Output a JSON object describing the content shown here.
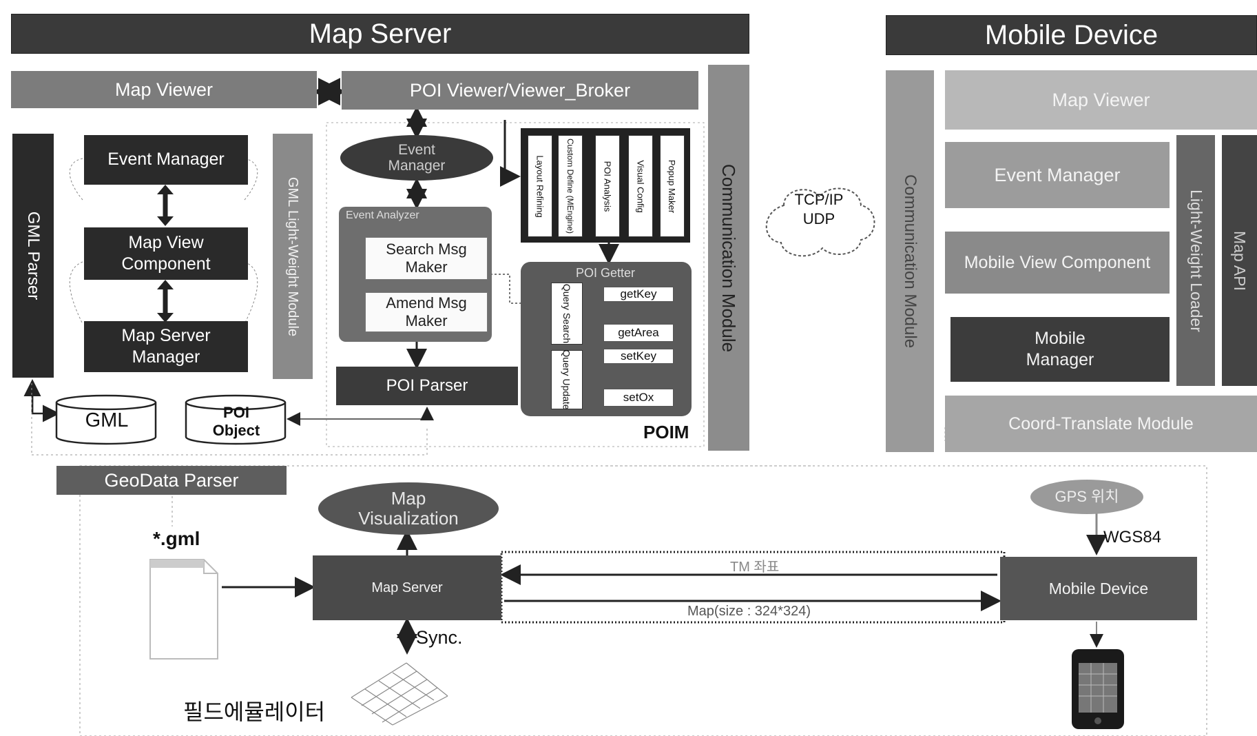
{
  "map_server_title": "Map Server",
  "mobile_device_title": "Mobile Device",
  "map_server": {
    "map_viewer": "Map Viewer",
    "poi_viewer_broker": "POI Viewer/Viewer_Broker",
    "gml_parser": "GML Parser",
    "event_manager": "Event Manager",
    "map_view_component_1": "Map View",
    "map_view_component_2": "Component",
    "map_server_manager_1": "Map Server",
    "map_server_manager_2": "Manager",
    "gml_lightweight_module": "GML Light-Weight Module",
    "event_manager_ellipse_1": "Event",
    "event_manager_ellipse_2": "Manager",
    "event_analyzer": "Event Analyzer",
    "search_msg_maker_1": "Search Msg",
    "search_msg_maker_2": "Maker",
    "amend_msg_maker_1": "Amend Msg",
    "amend_msg_maker_2": "Maker",
    "poi_parser": "POI Parser",
    "modules": [
      "Layout Refining",
      "Custom Define (MEngine)",
      "POI Analysis",
      "Visual Config",
      "Popup Maker"
    ],
    "poi_getter": "POI Getter",
    "query_search": "Query Search",
    "query_update": "Query Update",
    "get_key": "getKey",
    "get_area": "getArea",
    "set_key": "setKey",
    "set_ox": "setOx",
    "poim": "POIM",
    "communication_module": "Communication Module",
    "gml_store": "GML",
    "poi_object_1": "POI",
    "poi_object_2": "Object"
  },
  "network": {
    "line1": "TCP/IP",
    "line2": "UDP"
  },
  "mobile": {
    "communication_module": "Communication Module",
    "map_viewer": "Map Viewer",
    "event_manager": "Event Manager",
    "mobile_view_component": "Mobile View Component",
    "mobile_manager_1": "Mobile",
    "mobile_manager_2": "Manager",
    "lightweight_loader": "Light-Weight Loader",
    "map_api": "Map API",
    "coord_translate": "Coord-Translate Module"
  },
  "bottom": {
    "geodata_parser": "GeoData Parser",
    "map_visualization_1": "Map",
    "map_visualization_2": "Visualization",
    "gml_file": "*.gml",
    "map_server": "Map Server",
    "sync": "Sync.",
    "field_emulator": "필드에뮬레이터",
    "tm_coordinates": "TM 좌표",
    "map_size": "Map(size : 324*324)",
    "gps_position": "GPS 위치",
    "wgs84": "WGS84",
    "mobile_device": "Mobile Device"
  }
}
